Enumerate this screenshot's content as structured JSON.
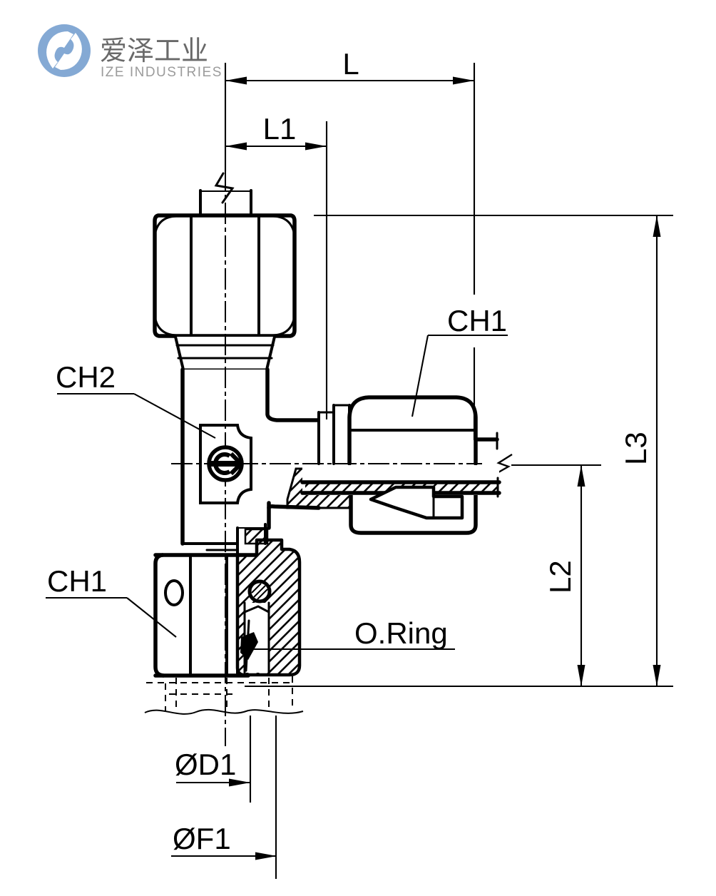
{
  "logo": {
    "brand_cn": "爱泽工业",
    "brand_en": "IZE INDUSTRIES"
  },
  "drawing": {
    "dimensions": {
      "l": "L",
      "l1": "L1",
      "l2": "L2",
      "l3": "L3",
      "d1": "ØD1",
      "f1": "ØF1"
    },
    "callouts": {
      "ch1_right": "CH1",
      "ch2": "CH2",
      "ch1_left": "CH1",
      "o_ring": "O.Ring"
    }
  },
  "colors": {
    "logo_blue": "#84a9d4",
    "brand_cn_text": "#696969",
    "brand_en_text": "#9b9b9b",
    "line": "#000000",
    "background": "#ffffff"
  }
}
